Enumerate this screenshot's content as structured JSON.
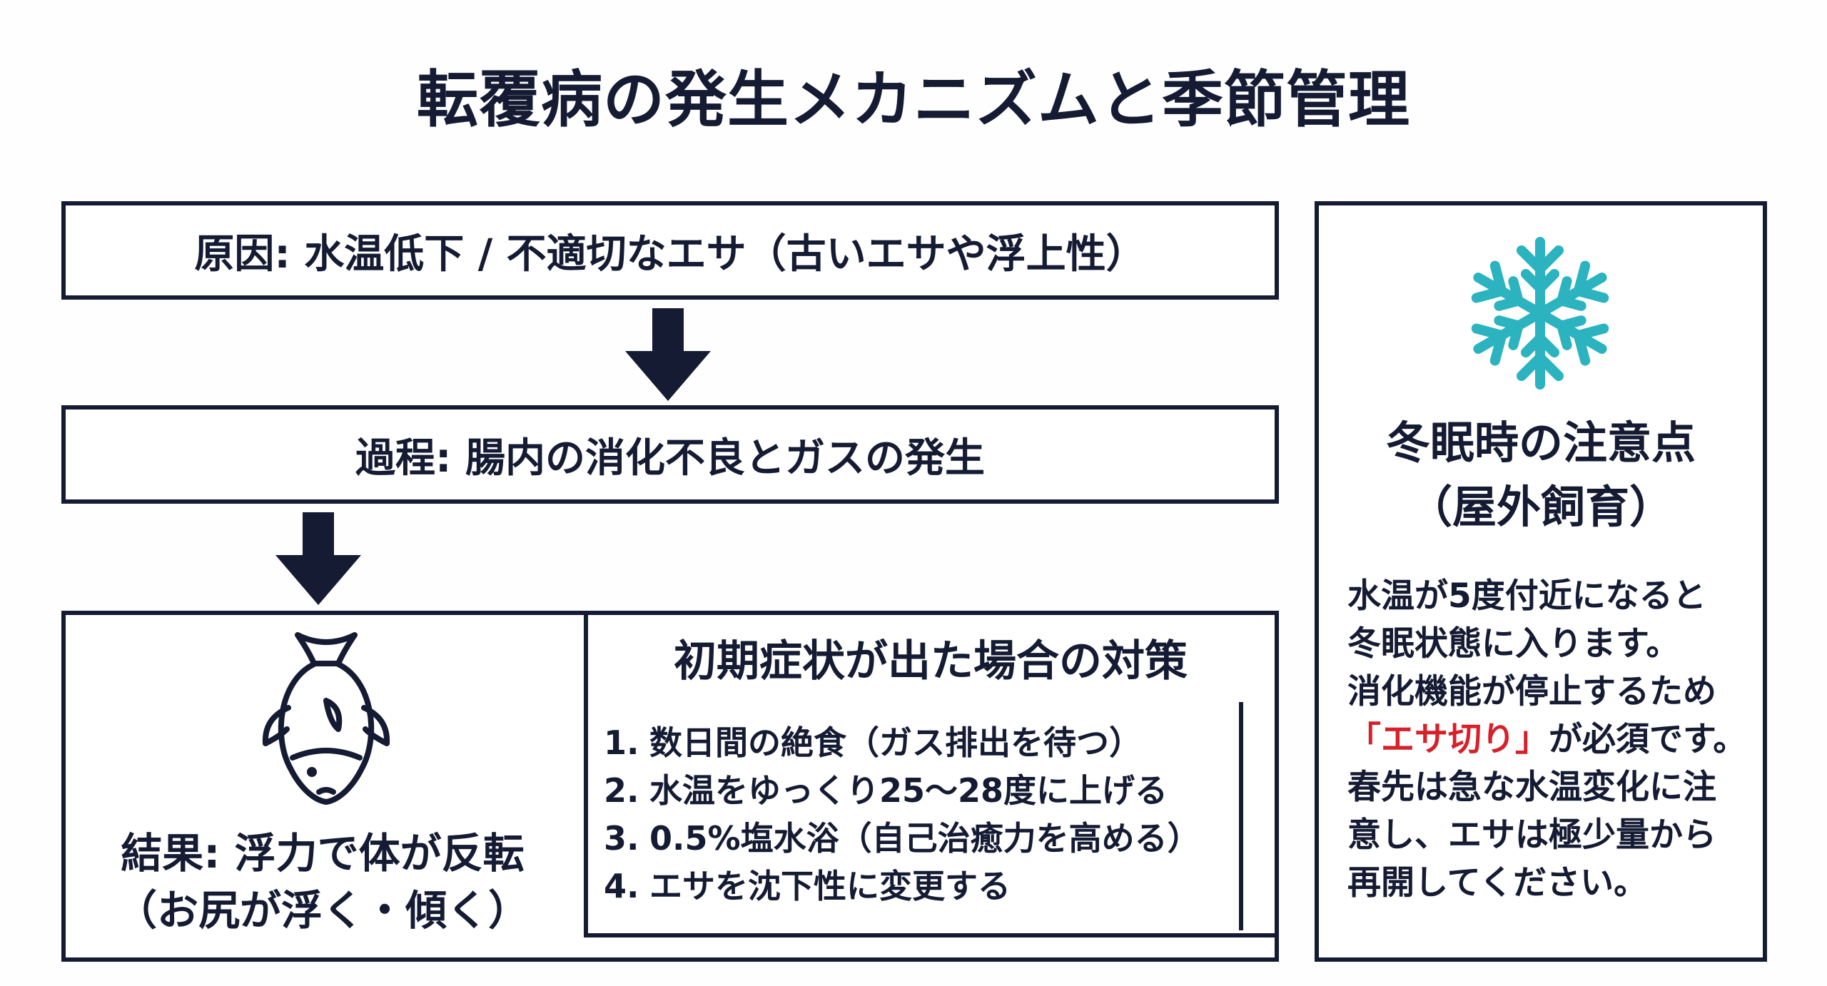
{
  "title": "転覆病の発生メカニズムと季節管理",
  "flow": {
    "cause": "原因: 水温低下 / 不適切なエサ（古いエサや浮上性）",
    "process": "過程: 腸内の消化不良とガスの発生",
    "result": {
      "line1": "結果: 浮力で体が反転",
      "line2": "（お尻が浮く・傾く）",
      "icon": "upside-down-fish-icon"
    }
  },
  "measures": {
    "title": "初期症状が出た場合の対策",
    "items": [
      {
        "num": "1.",
        "text": "数日間の絶食（ガス排出を待つ）"
      },
      {
        "num": "2.",
        "text": "水温をゆっくり25〜28度に上げる"
      },
      {
        "num": "3.",
        "text": "0.5%塩水浴（自己治癒力を高める）"
      },
      {
        "num": "4.",
        "text": "エサを沈下性に変更する"
      }
    ]
  },
  "winter": {
    "icon": "snowflake-icon",
    "heading_line1": "冬眠時の注意点",
    "heading_line2": "（屋外飼育）",
    "body": {
      "line1": "水温が5度付近になると",
      "line2": "冬眠状態に入ります。",
      "line3": "消化機能が停止するため",
      "line4_highlight": "「エサ切り」",
      "line4_rest": "が必須です。",
      "line5": "春先は急な水温変化に注",
      "line6": "意し、エサは極少量から",
      "line7": "再開してください。"
    }
  },
  "colors": {
    "ink": "#141b33",
    "accent_snowflake": "#2bb3c0",
    "highlight_red": "#d6202a",
    "background": "#fefefe"
  }
}
